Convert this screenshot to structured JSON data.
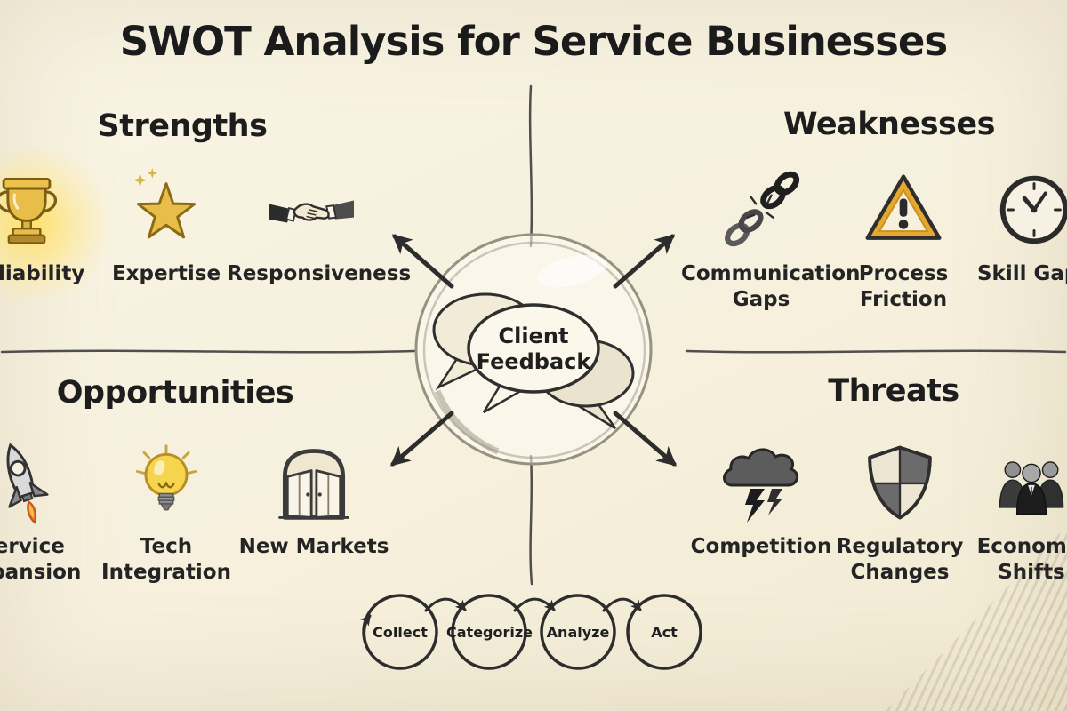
{
  "title": "SWOT Analysis for Service Businesses",
  "center": {
    "label": "Client Feedback"
  },
  "quadrants": {
    "strengths": {
      "heading": "Strengths",
      "items": [
        {
          "icon": "trophy-icon",
          "label": "Reliability"
        },
        {
          "icon": "star-icon",
          "label": "Expertise"
        },
        {
          "icon": "handshake-icon",
          "label": "Responsiveness"
        }
      ]
    },
    "weaknesses": {
      "heading": "Weaknesses",
      "items": [
        {
          "icon": "broken-chain-icon",
          "label": "Communication Gaps"
        },
        {
          "icon": "warning-triangle-icon",
          "label": "Process Friction"
        },
        {
          "icon": "clock-icon",
          "label": "Skill Gaps"
        }
      ]
    },
    "opportunities": {
      "heading": "Opportunities",
      "items": [
        {
          "icon": "rocket-icon",
          "label": "Service Expansion"
        },
        {
          "icon": "lightbulb-icon",
          "label": "Tech Integration"
        },
        {
          "icon": "open-doors-icon",
          "label": "New Markets"
        }
      ]
    },
    "threats": {
      "heading": "Threats",
      "items": [
        {
          "icon": "storm-cloud-icon",
          "label": "Competition"
        },
        {
          "icon": "shield-icon",
          "label": "Regulatory Changes"
        },
        {
          "icon": "people-icon",
          "label": "Economic Shifts"
        }
      ]
    }
  },
  "process_cycle": {
    "steps": [
      "Collect",
      "Categorize",
      "Analyze",
      "Act"
    ]
  },
  "colors": {
    "background": "#f6f0dd",
    "ink": "#2d2d2d",
    "gold": "#e9bd4a",
    "amber": "#e2a52f"
  }
}
